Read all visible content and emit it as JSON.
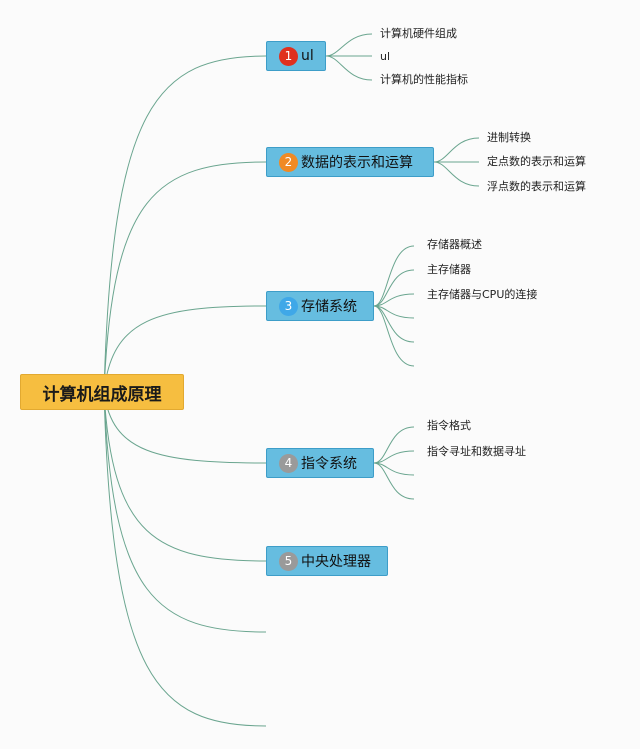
{
  "root": {
    "label": "计算机组成原理"
  },
  "topics": [
    {
      "number": "1",
      "label": "ul",
      "badge_color": "#e0301e",
      "children": [
        "计算机硬件组成",
        "ul",
        "计算机的性能指标"
      ]
    },
    {
      "number": "2",
      "label": "数据的表示和运算",
      "badge_color": "#f08a24",
      "children": [
        "进制转换",
        "定点数的表示和运算",
        "浮点数的表示和运算"
      ]
    },
    {
      "number": "3",
      "label": "存储系统",
      "badge_color": "#3fa8e8",
      "children": [
        "存储器概述",
        "主存储器",
        "主存储器与CPU的连接",
        "",
        "",
        ""
      ]
    },
    {
      "number": "4",
      "label": "指令系统",
      "badge_color": "#9a9a9a",
      "children": [
        "指令格式",
        "指令寻址和数据寻址",
        "",
        ""
      ]
    },
    {
      "number": "5",
      "label": "中央处理器",
      "badge_color": "#9a9a9a",
      "children": []
    }
  ],
  "colors": {
    "connector": "#6aa58f",
    "topic_fill": "#66bde0",
    "root_fill": "#f6be40"
  }
}
